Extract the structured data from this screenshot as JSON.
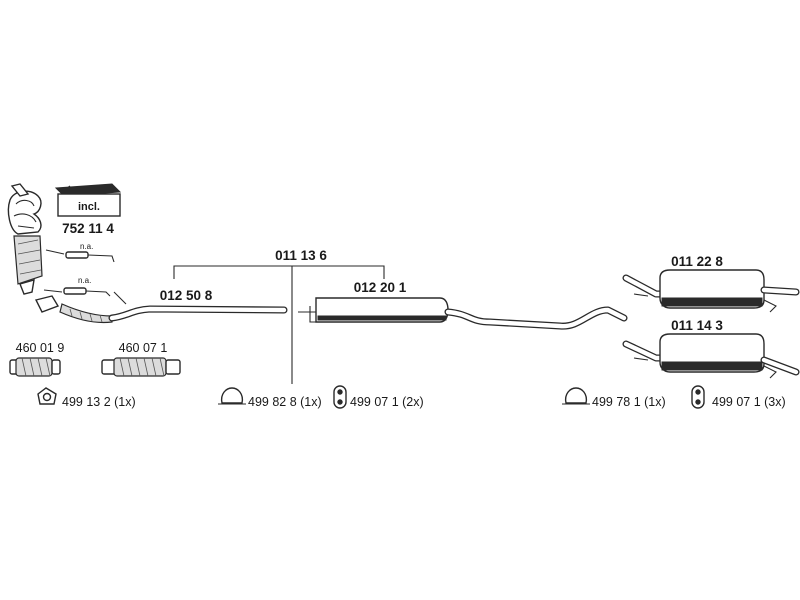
{
  "parts": {
    "catalyst": {
      "number": "752 11 4",
      "box_label": "incl."
    },
    "sensor_upper": {
      "note": "n.a."
    },
    "sensor_lower": {
      "note": "n.a."
    },
    "front_pipe": {
      "number": "012 50 8"
    },
    "middle_section_set": {
      "number": "011 13 6"
    },
    "middle_silencer": {
      "number": "012 20 1"
    },
    "rear_silencer_a": {
      "number": "011 22 8"
    },
    "rear_silencer_b": {
      "number": "011 14 3"
    },
    "flex_pipe_a": {
      "number": "460 01 9"
    },
    "flex_pipe_b": {
      "number": "460 07 1"
    }
  },
  "mounting": [
    {
      "icon": "gasket-icon",
      "label": "499 13 2 (1x)"
    },
    {
      "icon": "clamp-icon",
      "label": "499 82 8 (1x)"
    },
    {
      "icon": "rubber-hanger-icon",
      "label": "499 07 1 (2x)"
    },
    {
      "icon": "clamp-icon",
      "label": "499 78 1 (1x)"
    },
    {
      "icon": "rubber-hanger-icon",
      "label": "499 07 1 (3x)"
    }
  ]
}
